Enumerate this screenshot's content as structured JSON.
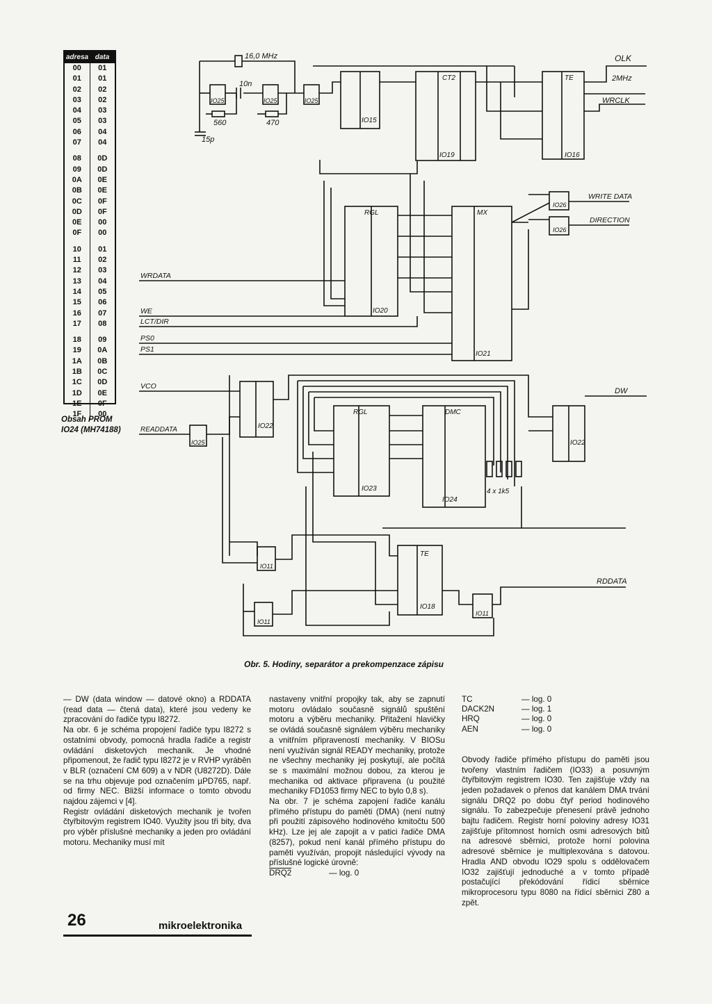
{
  "prom": {
    "header_adresa": "adresa",
    "header_data": "data",
    "rows": [
      [
        "00",
        "01"
      ],
      [
        "01",
        "01"
      ],
      [
        "02",
        "02"
      ],
      [
        "03",
        "02"
      ],
      [
        "04",
        "03"
      ],
      [
        "05",
        "03"
      ],
      [
        "06",
        "04"
      ],
      [
        "07",
        "04"
      ],
      [
        "08",
        "0D"
      ],
      [
        "09",
        "0D"
      ],
      [
        "0A",
        "0E"
      ],
      [
        "0B",
        "0E"
      ],
      [
        "0C",
        "0F"
      ],
      [
        "0D",
        "0F"
      ],
      [
        "0E",
        "00"
      ],
      [
        "0F",
        "00"
      ],
      [
        "10",
        "01"
      ],
      [
        "11",
        "02"
      ],
      [
        "12",
        "03"
      ],
      [
        "13",
        "04"
      ],
      [
        "14",
        "05"
      ],
      [
        "15",
        "06"
      ],
      [
        "16",
        "07"
      ],
      [
        "17",
        "08"
      ],
      [
        "18",
        "09"
      ],
      [
        "19",
        "0A"
      ],
      [
        "1A",
        "0B"
      ],
      [
        "1B",
        "0C"
      ],
      [
        "1C",
        "0D"
      ],
      [
        "1D",
        "0E"
      ],
      [
        "1E",
        "0F"
      ],
      [
        "1F",
        "00"
      ]
    ],
    "caption_line1": "Obsah PROM",
    "caption_line2": "IO24 (MH74188)"
  },
  "schematic": {
    "labels": {
      "freq": "16,0 MHz",
      "c10n": "10n",
      "r560": "560",
      "r470": "470",
      "c15p": "15p",
      "olk": "OLK",
      "mhz2": "2MHz",
      "wrclk": "WRCLK",
      "write_data": "WRITE DATA",
      "direction": "DIRECTION",
      "dw": "DW",
      "rddata": "RDDATA",
      "wrdata": "WRDATA",
      "we": "WE",
      "lct": "LCT/DIR",
      "ps0": "PS0",
      "ps1": "PS1",
      "vco": "VCO",
      "readdata": "READDATA",
      "res": "4 x 1k5",
      "io25": "IO25",
      "io15": "IO15",
      "io19": "IO19",
      "io16": "IO16",
      "io20": "IO20",
      "io21": "IO21",
      "io26": "IO26",
      "io22": "IO22",
      "io23": "IO23",
      "io24": "IO24",
      "io11": "IO11",
      "io18": "IO18",
      "ct2": "CT2",
      "rgl": "RGL",
      "mx": "MX",
      "dmc": "DMC",
      "te": "TE"
    }
  },
  "figure_caption": "Obr. 5. Hodiny, separátor a prekompenzace zápisu",
  "columns": {
    "c1": [
      "— DW (data window — datové okno) a RDDATA (read data — čtená data), které jsou vedeny ke zpracování do řadiče typu I8272.",
      "Na obr. 6 je schéma propojení řadiče typu I8272 s ostatními obvody, pomocná hradla řadiče a registr ovládání disketových mechanik. Je vhodné připomenout, že řadič typu I8272 je v RVHP vyráběn v BLR (označení CM 609) a v NDR (U8272D). Dále se na trhu objevuje pod označením µPD765, např. od firmy NEC. Bližší informace o tomto obvodu najdou zájemci v [4].",
      "Registr ovládání disketových mechanik je tvořen čtyřbitovým registrem IO40. Využity jsou tři bity, dva pro výběr příslušné mechaniky a jeden pro ovládání motoru. Mechaniky musí mít"
    ],
    "c2": [
      "nastaveny vnitřní propojky tak, aby se zapnutí motoru ovládalo současně signálů spuštění motoru a výběru mechaniky. Přitažení hlavičky se ovládá současně signálem výběru mechaniky a vnitřním připraveností mechaniky. V BIOSu není využíván signál READY mechaniky, protože ne všechny mechaniky jej poskytují, ale počítá se s maximální možnou dobou, za kterou je mechanika od aktivace připravena (u použité mechaniky FD1053 firmy NEC to bylo 0,8 s).",
      "Na obr. 7 je schéma zapojení řadiče kanálu přímého přístupu do paměti (DMA) (není nutný při použití zápisového hodinového kmitočtu 500 kHz). Lze jej ale zapojit a v patici řadiče DMA (8257), pokud není kanál přímého přístupu do paměti využíván, propojit následující vývody na příslušné logické úrovně:"
    ],
    "c2_log": {
      "name": "DRQ2",
      "val": "— log. 0"
    },
    "c3_log": [
      {
        "name": "TC",
        "val": "— log. 0"
      },
      {
        "name": "DACK2N",
        "val": "— log. 1"
      },
      {
        "name": "HRQ",
        "val": "— log. 0"
      },
      {
        "name": "AEN",
        "val": "— log. 0"
      }
    ],
    "c3": [
      "Obvody řadiče přímého přístupu do paměti jsou tvořeny vlastním řadičem (IO33) a posuvným čtyřbitovým registrem IO30. Ten zajišťuje vždy na jeden požadavek o přenos dat kanálem DMA trvání signálu DRQ2 po dobu čtyř period hodinového signálu. To zabezpečuje přenesení právě jednoho bajtu řadičem. Registr horní poloviny adresy IO31 zajišťuje přítomnost horních osmi adresových bitů na adresové sběrnici, protože horní polovina adresové sběrnice je multiplexována s datovou. Hradla AND obvodu IO29 spolu s oddělovačem IO32 zajišťují jednoduché a v tomto případě postačující překódování řídicí sběrnice mikroprocesoru typu 8080 na řídicí sběrnici Z80 a zpět."
    ]
  },
  "footer": {
    "page": "26",
    "magazine": "mikroelektronika"
  }
}
